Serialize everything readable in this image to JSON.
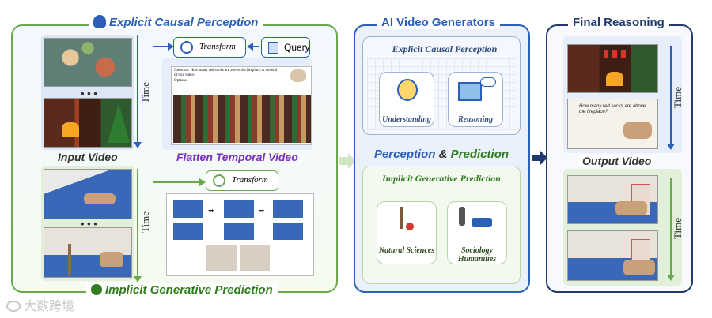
{
  "left": {
    "top_title": "Explicit Causal Perception",
    "bottom_title": "Implicit Generative Prediction",
    "input_label": "Input Video",
    "flatten_label": "Flatten Temporal Video",
    "transform_label": "Transform",
    "transform_label_2": "Transform",
    "query_label": "Query",
    "time_label": "Time",
    "time_label_2": "Time",
    "question_text": "Question: How many red socks are above the fireplace at the end of this video?",
    "options_text": "Options:"
  },
  "middle": {
    "title": "AI Video Generators",
    "explicit_title": "Explicit Causal Perception",
    "understanding": "Understanding",
    "reasoning": "Reasoning",
    "perception": "Perception",
    "amp": "&",
    "prediction": "Prediction",
    "implicit_title": "Implicit Generative Prediction",
    "natural": "Natural Sciences",
    "sociology": "Sociology Humanities"
  },
  "right": {
    "title": "Final Reasoning",
    "output_label": "Output Video",
    "time_label": "Time",
    "time_label_2": "Time",
    "board_text": "How many red socks are above the fireplace?"
  },
  "watermark": "大数跨境"
}
